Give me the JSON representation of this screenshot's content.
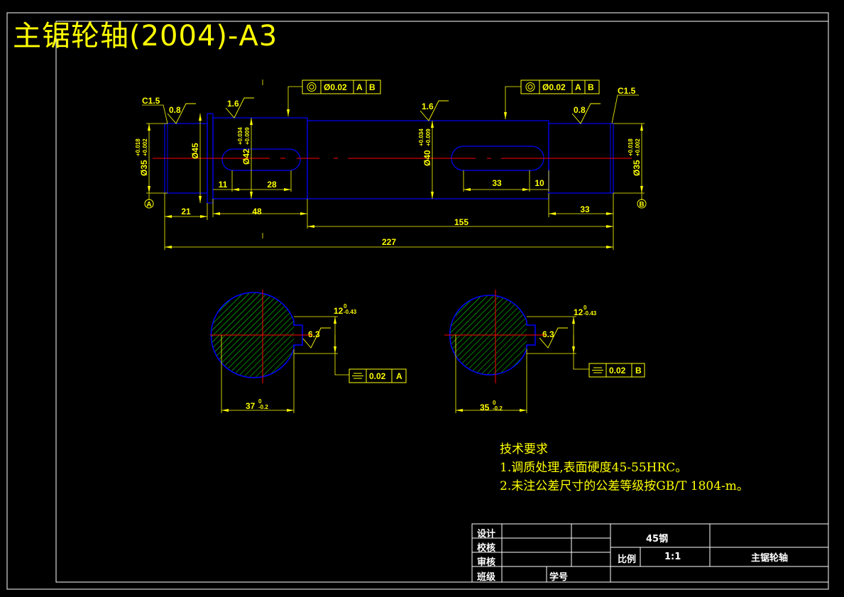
{
  "drawing_title": "主锯轮轴(2004)-A3",
  "surface_finish": {
    "left_journal": "0.8",
    "left_key_seat": "1.6",
    "right_key_seat": "1.6",
    "right_journal": "0.8",
    "section_a": "6.3",
    "section_b": "6.3"
  },
  "chamfers": {
    "left": "C1.5",
    "right": "C1.5"
  },
  "datums": {
    "a": "A",
    "b": "B"
  },
  "geometric_tolerances": {
    "runout_left": {
      "value": "Ø0.02",
      "datum1": "A",
      "datum2": "B"
    },
    "runout_right": {
      "value": "Ø0.02",
      "datum1": "A",
      "datum2": "B"
    },
    "symmetry_a": {
      "value": "0.02",
      "datum": "A"
    },
    "symmetry_b": {
      "value": "0.02",
      "datum": "B"
    }
  },
  "diameters": {
    "left_journal": {
      "nominal": "Ø35",
      "upper": "+0.018",
      "lower": "+0.002"
    },
    "shoulder": {
      "nominal": "Ø45"
    },
    "left_key_section": {
      "nominal": "Ø42",
      "upper": "+0.034",
      "lower": "+0.009"
    },
    "middle": {
      "nominal": "Ø40",
      "upper": "+0.034",
      "lower": "+0.009"
    },
    "right_journal": {
      "nominal": "Ø35",
      "upper": "+0.018",
      "lower": "+0.002"
    }
  },
  "lengths": {
    "keyway_offset_left": "11",
    "keyway_length_left": "28",
    "keyway_length_right": "33",
    "keyway_offset_right": "10",
    "left_journal": "21",
    "left_section": "48",
    "middle_section": "155",
    "right_section": "33",
    "overall": "227"
  },
  "sections": {
    "a": {
      "width": "37",
      "width_upper": "0",
      "width_lower": "-0.2",
      "key_width": "12",
      "key_upper": "0",
      "key_lower": "-0.43"
    },
    "b": {
      "width": "35",
      "width_upper": "0",
      "width_lower": "-0.2",
      "key_width": "12",
      "key_upper": "0",
      "key_lower": "-0.43"
    }
  },
  "technical_requirements": {
    "heading": "技术要求",
    "item1": "1.调质处理,表面硬度45-55HRC。",
    "item2": "2.未注公差尺寸的公差等级按GB/T 1804-m。"
  },
  "title_block": {
    "design": "设计",
    "check": "校核",
    "review": "审核",
    "class": "班级",
    "student_no": "学号",
    "material": "45钢",
    "scale_label": "比例",
    "scale": "1:1",
    "part_name": "主锯轮轴"
  },
  "colors": {
    "background": "#000000",
    "outline": "#0000ff",
    "dimension": "#ffff00",
    "centerline": "#ff0000",
    "frame": "#ffffff",
    "hatch": "#00ff00"
  }
}
